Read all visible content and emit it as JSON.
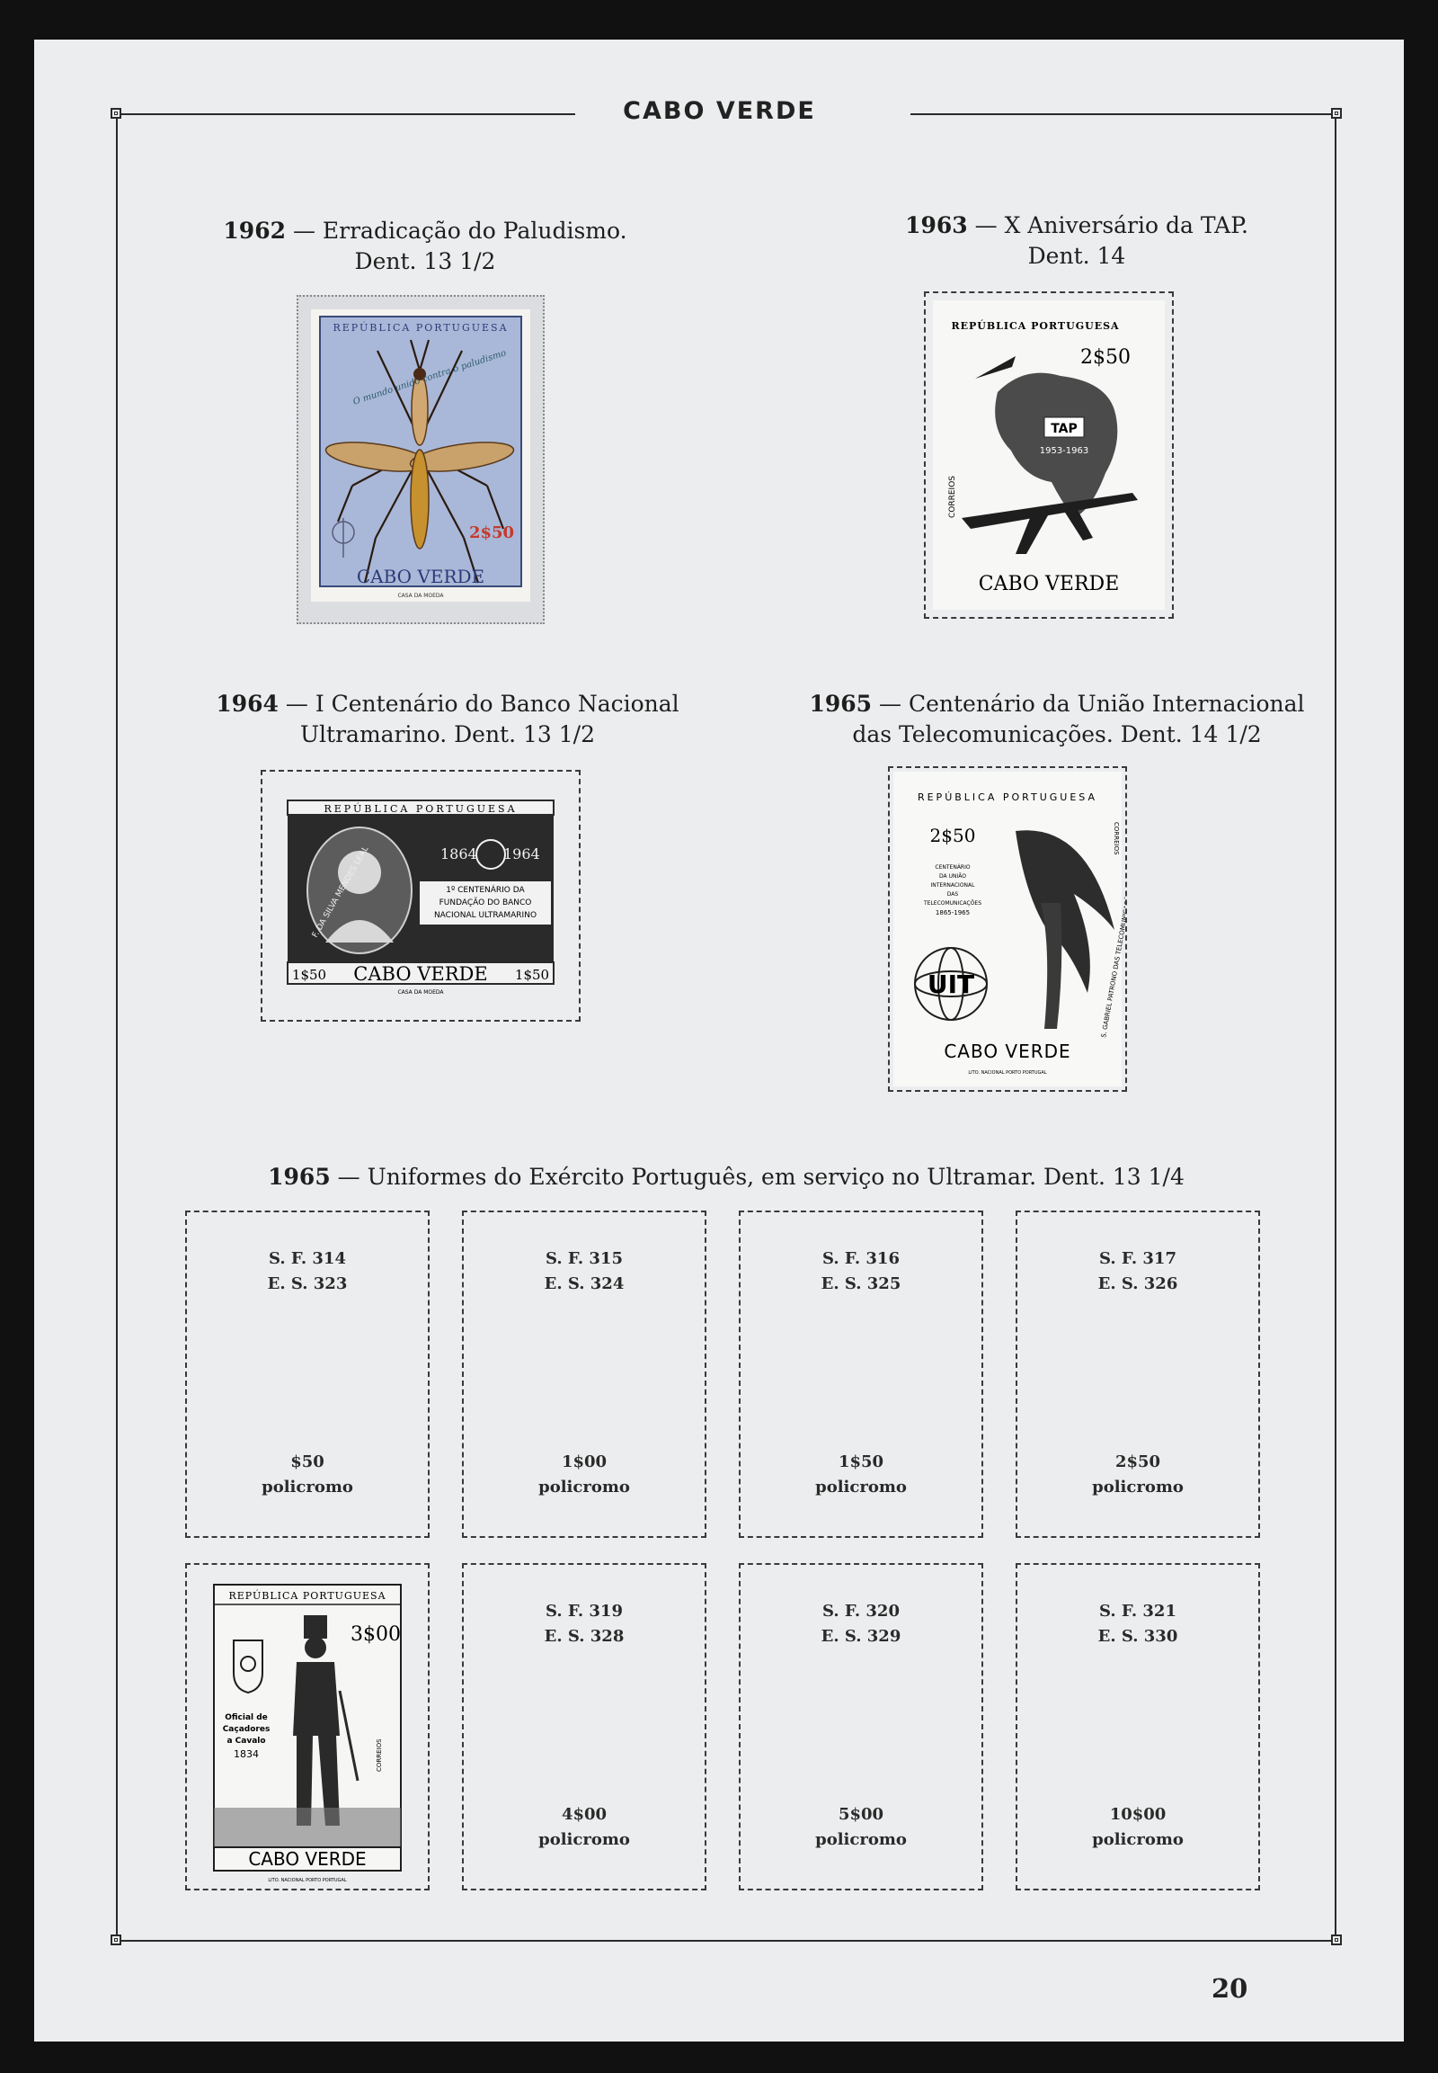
{
  "page": {
    "title": "CABO VERDE",
    "number": "20"
  },
  "issues": {
    "i1962": {
      "year": "1962",
      "line1": "Erradicação do Paludismo.",
      "line2": "Dent. 13",
      "perf_frac": "1/2",
      "stamp": {
        "country": "REPÚBLICA PORTUGUESA",
        "name": "CABO VERDE",
        "value": "2$50",
        "left_text": "O mundo unido contra o paludismo",
        "printer": "CASA DA MOEDA"
      }
    },
    "i1963": {
      "year": "1963",
      "line1": "X Aniversário da TAP.",
      "line2": "Dent. 14",
      "stamp": {
        "country": "REPÚBLICA PORTUGUESA",
        "name": "CABO VERDE",
        "value": "2$50",
        "badge": "TAP",
        "years": "1953-1963",
        "side": "CORREIOS"
      }
    },
    "i1964": {
      "year": "1964",
      "line1": "I Centenário do Banco Nacional",
      "line2": "Ultramarino. Dent. 13",
      "perf_frac": "1/2",
      "stamp": {
        "country": "REPÚBLICA PORTUGUESA",
        "name": "CABO VERDE",
        "value_left": "1$50",
        "value_right": "1$50",
        "year_a": "1864",
        "year_b": "1964",
        "banner1": "1º CENTENÁRIO DA",
        "banner2": "FUNDAÇÃO DO BANCO",
        "banner3": "NACIONAL ULTRAMARINO",
        "portrait_text": "F. DA SILVA MENDES LEAL",
        "printer": "CASA DA MOEDA"
      }
    },
    "i1965a": {
      "year": "1965",
      "line1": "Centenário da União Internacional",
      "line2": "das Telecomunicações. Dent. 14",
      "perf_frac": "1/2",
      "stamp": {
        "country": "REPÚBLICA PORTUGUESA",
        "name": "CABO VERDE",
        "value": "2$50",
        "c1": "CENTENÁRIO",
        "c2": "DA UNIÃO",
        "c3": "INTERNACIONAL",
        "c4": "DAS",
        "c5": "TELECOMUNICAÇÕES",
        "c6": "1865-1965",
        "logo": "UIT",
        "side": "CORREIOS",
        "arc": "S. GABRIEL PATRONO DAS TELECOMUNICAÇÕES",
        "printer": "LITO. NACIONAL PORTO PORTUGAL"
      }
    },
    "i1965b": {
      "year": "1965",
      "line1": "Uniformes do Exército Português, em serviço no Ultramar. Dent. 13",
      "perf_frac": "1/4",
      "stamp": {
        "country": "REPÚBLICA PORTUGUESA",
        "name": "CABO VERDE",
        "value": "3$00",
        "l1": "Oficial de",
        "l2": "Caçadores",
        "l3": "a Cavalo",
        "l4": "1834",
        "side": "CORREIOS",
        "printer": "LITO. NACIONAL PORTO PORTUGAL"
      },
      "slots": [
        {
          "sf": "S. F. 314",
          "es": "E. S. 323",
          "value": "$50",
          "color": "policromo"
        },
        {
          "sf": "S. F. 315",
          "es": "E. S. 324",
          "value": "1$00",
          "color": "policromo"
        },
        {
          "sf": "S. F. 316",
          "es": "E. S. 325",
          "value": "1$50",
          "color": "policromo"
        },
        {
          "sf": "S. F. 317",
          "es": "E. S. 326",
          "value": "2$50",
          "color": "policromo"
        },
        {
          "sf": "S. F. 319",
          "es": "E. S. 328",
          "value": "4$00",
          "color": "policromo"
        },
        {
          "sf": "S. F. 320",
          "es": "E. S. 329",
          "value": "5$00",
          "color": "policromo"
        },
        {
          "sf": "S. F. 321",
          "es": "E. S. 330",
          "value": "10$00",
          "color": "policromo"
        }
      ]
    }
  },
  "colors": {
    "page": "#ecedee",
    "ink": "#1e1e1e",
    "stamp1962_bg": "#a9b8d8",
    "stamp1962_accent": "#c53a2a"
  }
}
